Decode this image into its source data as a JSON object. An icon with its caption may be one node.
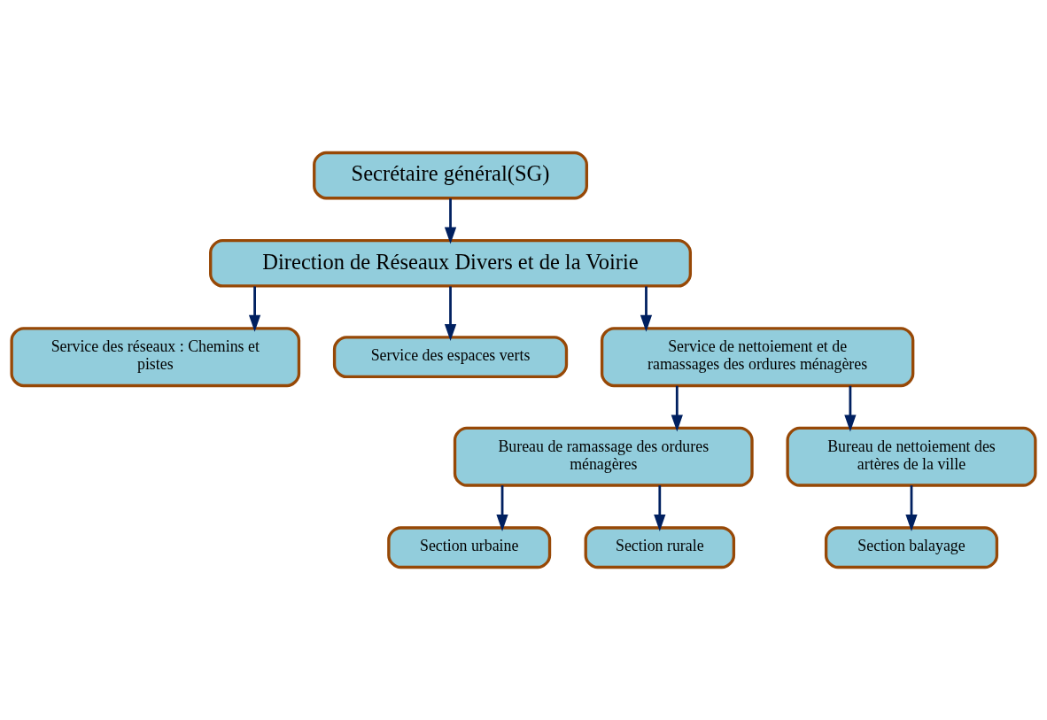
{
  "diagram": {
    "nodes": [
      {
        "text": [
          "Secrétaire général(SG)"
        ]
      },
      {
        "text": [
          "Direction de Réseaux Divers et de la Voirie"
        ]
      },
      {
        "text": [
          "Service des réseaux : Chemins et pistes"
        ]
      },
      {
        "text": [
          "Service des espaces verts"
        ]
      },
      {
        "text": [
          "Service de nettoiement et de ramassages des ordures ménagères"
        ]
      },
      {
        "text": [
          "Bureau de ramassage des ordures ménagères"
        ]
      },
      {
        "text": [
          "Bureau de nettoiement des artères de la ville"
        ]
      },
      {
        "text": [
          "Section urbaine"
        ]
      },
      {
        "text": [
          "Section rurale"
        ]
      },
      {
        "text": [
          "Section balayage"
        ]
      }
    ],
    "edges": [
      {
        "from": 0,
        "to": 1,
        "arrow": "to"
      },
      {
        "from": 1,
        "to": 2,
        "arrow": "to"
      },
      {
        "from": 1,
        "to": 3,
        "arrow": "to"
      },
      {
        "from": 1,
        "to": 4,
        "arrow": "to"
      },
      {
        "from": 4,
        "to": 5,
        "arrow": "to"
      },
      {
        "from": 4,
        "to": 6,
        "arrow": "to"
      },
      {
        "from": 5,
        "to": 7,
        "arrow": "to"
      },
      {
        "from": 5,
        "to": 8,
        "arrow": "to"
      },
      {
        "from": 6,
        "to": 9,
        "arrow": "to"
      }
    ]
  }
}
